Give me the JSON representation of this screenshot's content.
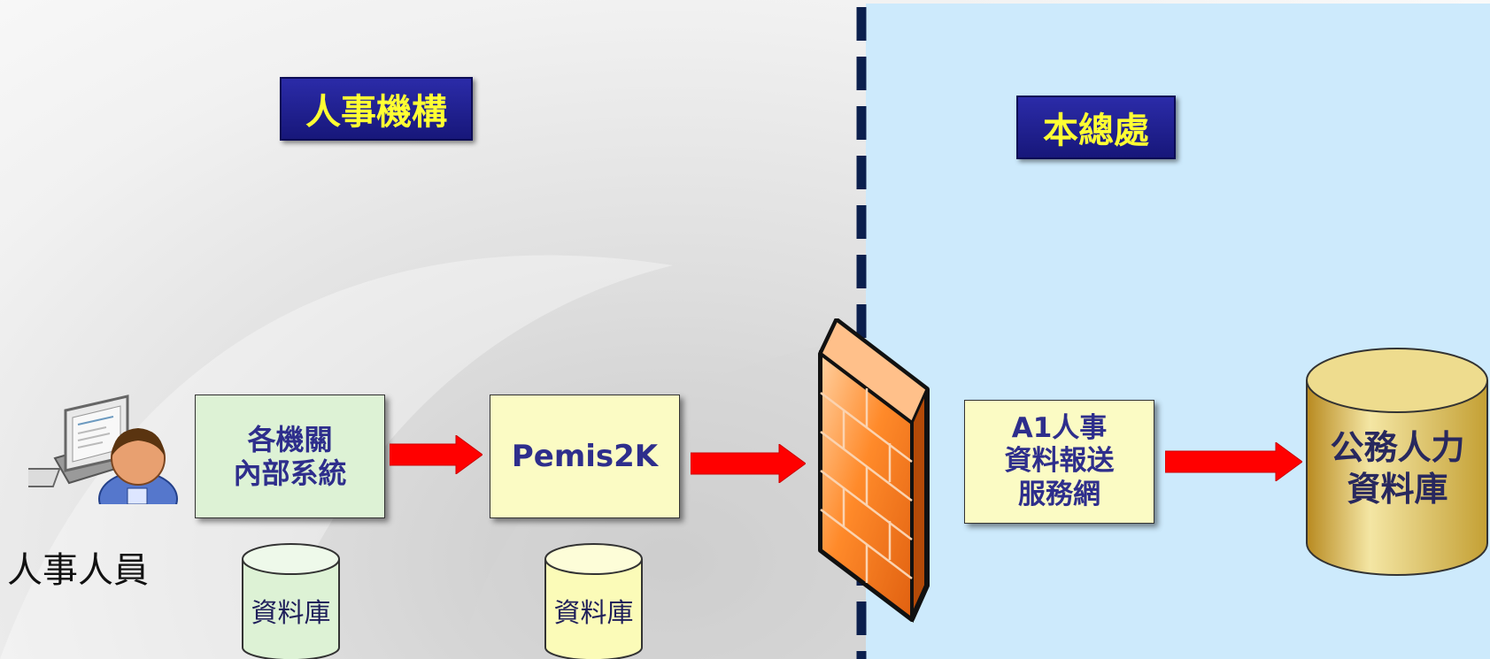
{
  "headers": {
    "left_org": "人事機構",
    "right_org": "本總處"
  },
  "nodes": {
    "person_label": "人事人員",
    "internal_system": {
      "line1": "各機關",
      "line2": "內部系統"
    },
    "pemis": "Pemis2K",
    "a1_service": {
      "line1": "A1人事",
      "line2": "資料報送",
      "line3": "服務網"
    },
    "central_db": {
      "line1": "公務人力",
      "line2": "資料庫"
    }
  },
  "databases": {
    "internal_db": "資料庫",
    "pemis_db": "資料庫"
  },
  "colors": {
    "arrow": "#ff0000",
    "right_zone": "#cdeafc",
    "title_text": "#ffff33",
    "title_bg": "#1f1f8f",
    "green_box": "#ddf2d5",
    "yellow_box": "#fbfbc4",
    "box_text": "#2e2e8c",
    "divider": "#0b1f4d"
  },
  "icons": [
    "computer-user-icon",
    "firewall-icon",
    "database-icon",
    "right-arrow-icon"
  ]
}
